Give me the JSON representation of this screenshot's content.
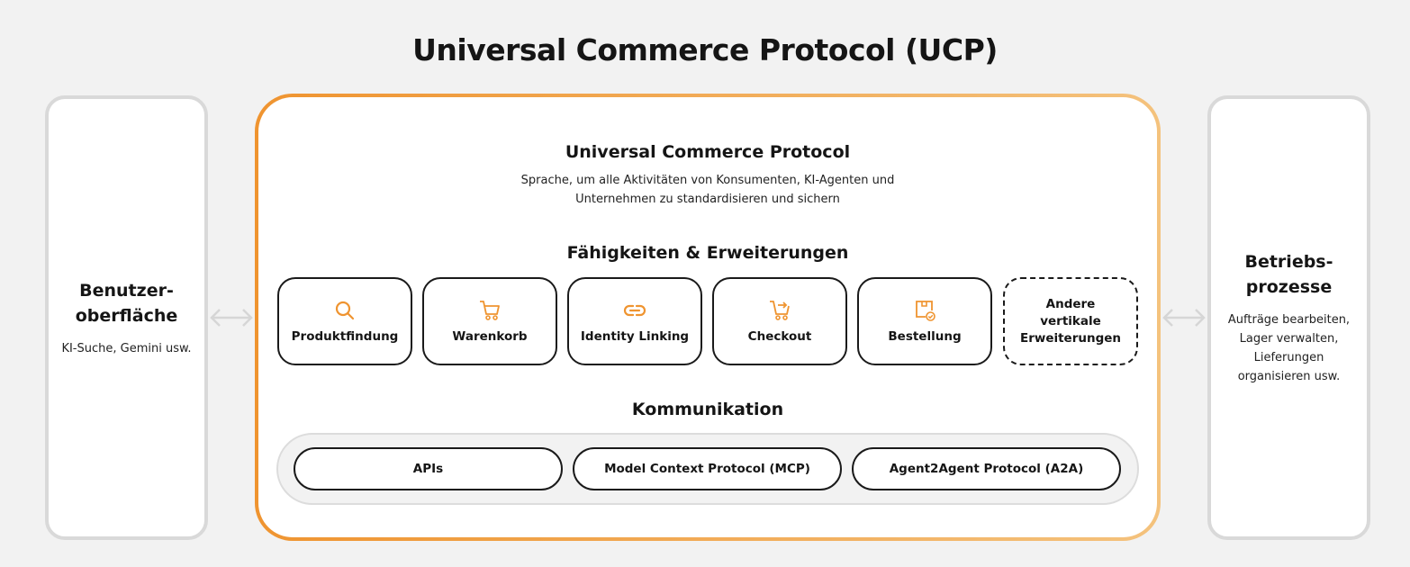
{
  "title": "Universal Commerce Protocol (UCP)",
  "left": {
    "title": "Benutzer-oberfläche",
    "title_l1": "Benutzer-",
    "title_l2": "oberfläche",
    "desc": "KI-Suche, Gemini usw."
  },
  "right": {
    "title_l1": "Betriebs-",
    "title_l2": "prozesse",
    "desc": "Aufträge bearbeiten, Lager verwalten, Lieferungen organisieren usw."
  },
  "main": {
    "heading": "Universal Commerce Protocol",
    "subtitle_l1": "Sprache, um alle Aktivitäten von Konsumenten, KI-Agenten und",
    "subtitle_l2": "Unternehmen zu standardisieren und sichern",
    "capabilities_heading": "Fähigkeiten & Erweiterungen",
    "capabilities": [
      {
        "label": "Produktfindung",
        "icon": "search-icon"
      },
      {
        "label": "Warenkorb",
        "icon": "cart-icon"
      },
      {
        "label": "Identity Linking",
        "icon": "link-icon"
      },
      {
        "label": "Checkout",
        "icon": "cart-arrow-icon"
      },
      {
        "label": "Bestellung",
        "icon": "package-check-icon"
      },
      {
        "label_l1": "Andere",
        "label_l2": "vertikale",
        "label_l3": "Erweiterungen"
      }
    ],
    "communication_heading": "Kommunikation",
    "communication": [
      "APIs",
      "Model Context Protocol (MCP)",
      "Agent2Agent Protocol (A2A)"
    ]
  },
  "colors": {
    "accent": "#ef9430",
    "accent_light": "#f4c27d",
    "border_gray": "#d9d9d9"
  }
}
